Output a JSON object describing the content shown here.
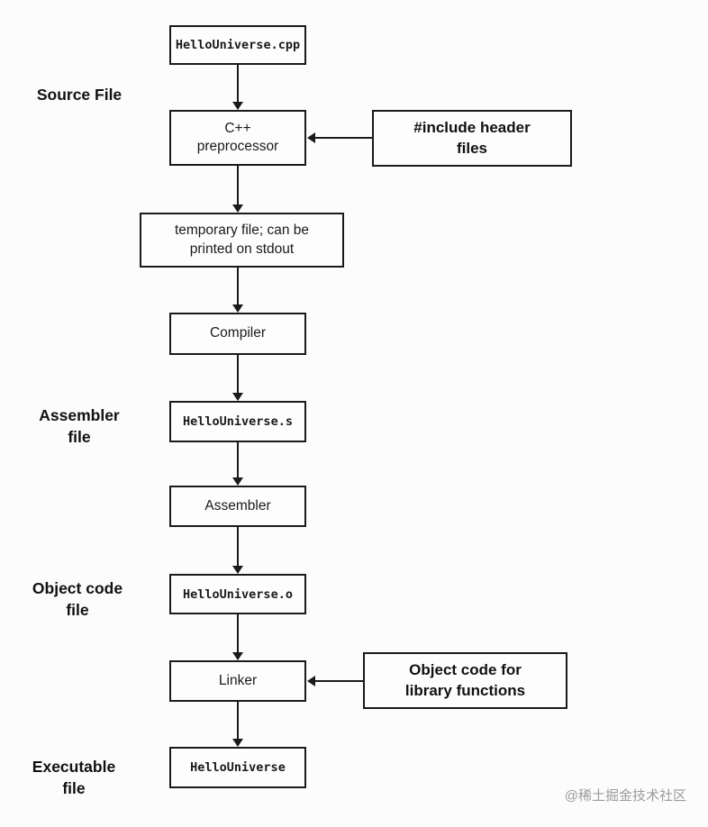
{
  "colors": {
    "line": "#1a1a1a",
    "box_background": "#fdfdfd",
    "page_background": "#fcfcfc",
    "watermark": "#9b9b9b"
  },
  "flow": {
    "stage_labels": [
      {
        "id": "source-file",
        "text": "Source File"
      },
      {
        "id": "assembler-file",
        "text": "Assembler\nfile"
      },
      {
        "id": "object-code-file",
        "text": "Object code\nfile"
      },
      {
        "id": "executable-file",
        "text": "Executable\nfile"
      }
    ],
    "nodes": [
      {
        "id": "source",
        "kind": "file",
        "text": "HelloUniverse.cpp"
      },
      {
        "id": "preprocessor",
        "kind": "process",
        "text": "C++\npreprocessor"
      },
      {
        "id": "temp-file",
        "kind": "process",
        "text": "temporary file; can be\nprinted on stdout"
      },
      {
        "id": "compiler",
        "kind": "process",
        "text": "Compiler"
      },
      {
        "id": "assembly",
        "kind": "file",
        "text": "HelloUniverse.s"
      },
      {
        "id": "assembler",
        "kind": "process",
        "text": "Assembler"
      },
      {
        "id": "object",
        "kind": "file",
        "text": "HelloUniverse.o"
      },
      {
        "id": "linker",
        "kind": "process",
        "text": "Linker"
      },
      {
        "id": "executable",
        "kind": "file",
        "text": "HelloUniverse"
      }
    ],
    "inputs": [
      {
        "id": "include-headers",
        "text": "#include header\nfiles"
      },
      {
        "id": "library-object-code",
        "text": "Object code for\nlibrary functions"
      }
    ]
  },
  "page": {
    "watermark": "@稀土掘金技术社区"
  }
}
